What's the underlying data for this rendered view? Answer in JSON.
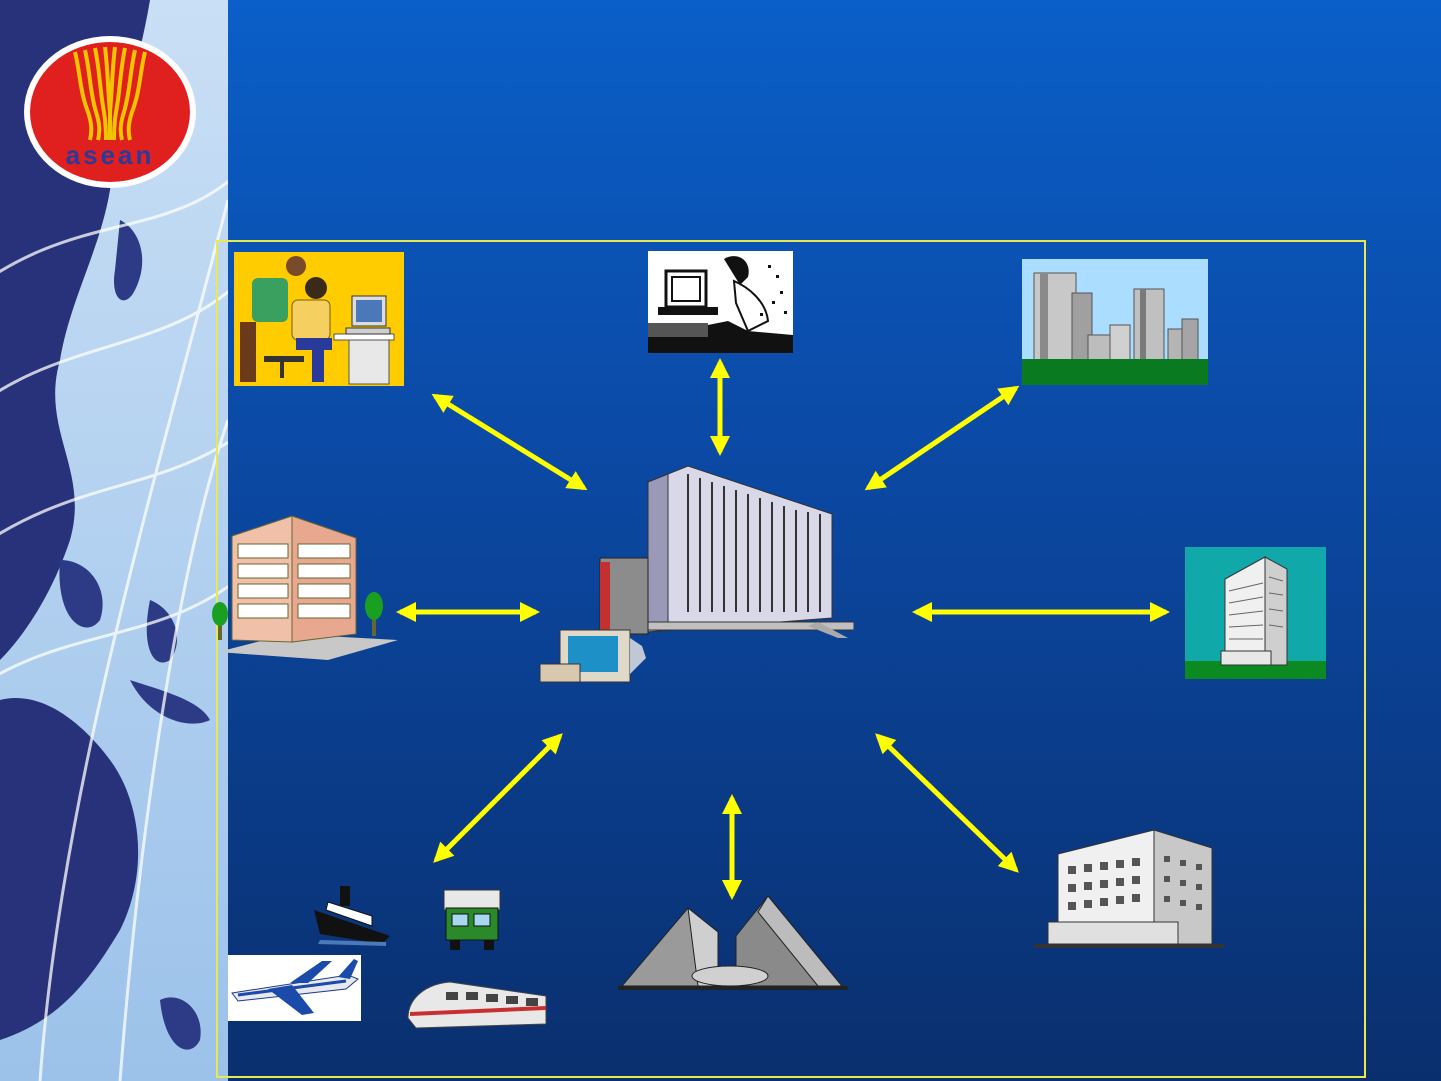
{
  "slide": {
    "logo": {
      "text": "asean"
    },
    "colors": {
      "background_top": "#0a5fc8",
      "background_bottom": "#0a2f6e",
      "arrow": "#ffff00",
      "frame": "#e8e850",
      "logo_red": "#e0201e",
      "logo_gold": "#f0c400"
    }
  },
  "diagram": {
    "hub": {
      "icon": "data-center-icon"
    },
    "nodes": [
      {
        "id": "office-workers",
        "icon": "office-workers-icon"
      },
      {
        "id": "computer-user",
        "icon": "computer-user-icon"
      },
      {
        "id": "city-skyline",
        "icon": "city-skyline-icon"
      },
      {
        "id": "office-building",
        "icon": "office-building-icon"
      },
      {
        "id": "tower-building",
        "icon": "tower-building-icon"
      },
      {
        "id": "transport",
        "icon": "transport-icon"
      },
      {
        "id": "government-complex",
        "icon": "government-complex-icon"
      },
      {
        "id": "hotel-building",
        "icon": "hotel-building-icon"
      }
    ]
  }
}
